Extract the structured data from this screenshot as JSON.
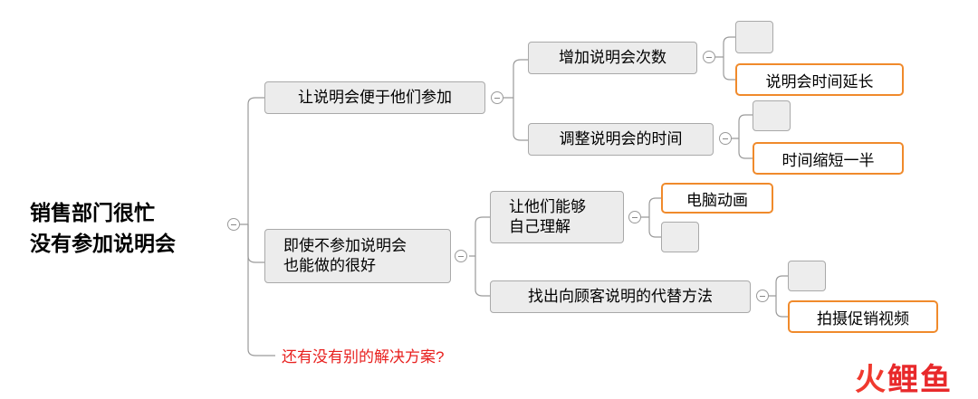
{
  "root": {
    "line1": "销售部门很忙",
    "line2": "没有参加说明会"
  },
  "branch1": {
    "label": "让说明会便于他们参加",
    "children": [
      {
        "label": "增加说明会次数",
        "leaf": "说明会时间延长"
      },
      {
        "label": "调整说明会的时间",
        "leaf": "时间缩短一半"
      }
    ]
  },
  "branch2": {
    "line1": "即使不参加说明会",
    "line2": "也能做的很好",
    "children": [
      {
        "line1": "让他们能够",
        "line2": "自己理解",
        "leaf": "电脑动画"
      },
      {
        "label": "找出向顾客说明的代替方法",
        "leaf": "拍摄促销视频"
      }
    ]
  },
  "question": "还有没有别的解决方案?",
  "watermark": {
    "part1": "火",
    "part2": "鲤鱼"
  },
  "colors": {
    "leaf_border": "#f08a2b",
    "question": "#e8211f",
    "node_bg": "#ececec"
  }
}
